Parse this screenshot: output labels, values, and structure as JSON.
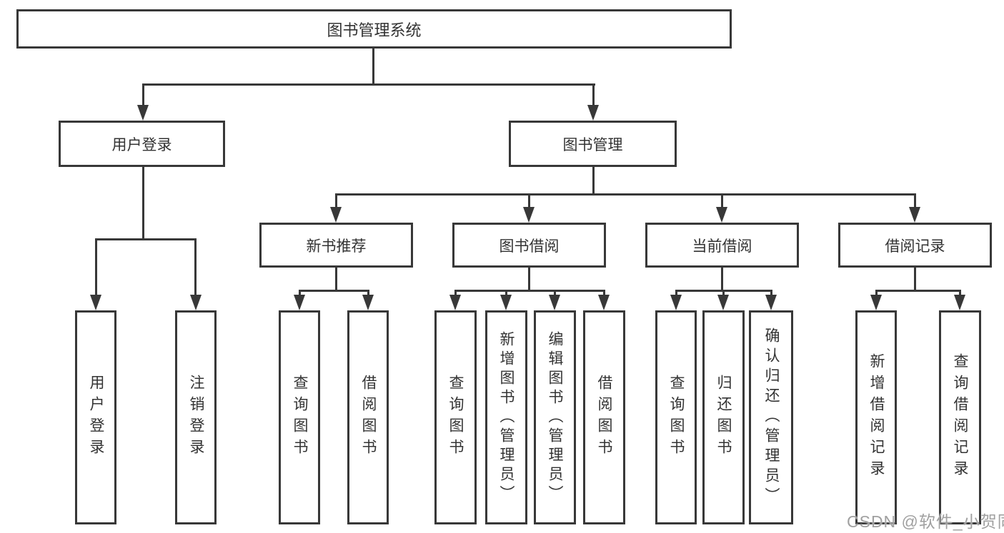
{
  "tree": {
    "root": "图书管理系统",
    "level2": [
      {
        "label": "用户登录",
        "children": [
          "用户登录",
          "注销登录"
        ]
      },
      {
        "label": "图书管理",
        "groups": [
          {
            "label": "新书推荐",
            "children": [
              "查询图书",
              "借阅图书"
            ]
          },
          {
            "label": "图书借阅",
            "children": [
              "查询图书",
              "新增图书（管理员）",
              "编辑图书（管理员）",
              "借阅图书"
            ]
          },
          {
            "label": "当前借阅",
            "children": [
              "查询图书",
              "归还图书",
              "确认归还（管理员）"
            ]
          },
          {
            "label": "借阅记录",
            "children": [
              "新增借阅记录",
              "查询借阅记录"
            ]
          }
        ]
      }
    ]
  },
  "watermark": "CSDN @软件_小贺同学",
  "colors": {
    "line": "#383838",
    "text": "#333333",
    "background": "#ffffff",
    "watermark": "#a0a0a0"
  }
}
